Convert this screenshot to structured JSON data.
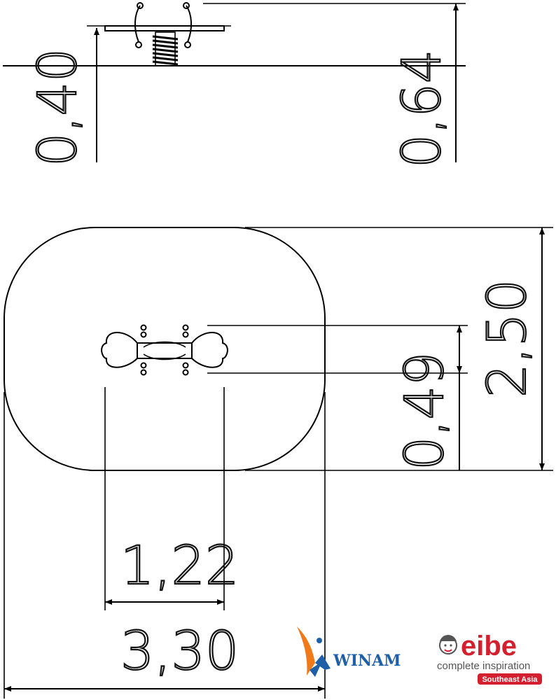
{
  "dimensions": {
    "side_base_height": "0,40",
    "side_total_height": "0,64",
    "plan_depth": "2,50",
    "equipment_width": "0,49",
    "equipment_length": "1,22",
    "plan_length": "3,30"
  },
  "logos": {
    "winam": "WINAM",
    "eibe": "eibe",
    "eibe_tagline": "complete inspiration",
    "eibe_region": "Southeast Asia"
  },
  "colors": {
    "line": "#000000",
    "winam_blue": "#1f5fa8",
    "winam_orange": "#f07a1a",
    "eibe_red": "#d4202e",
    "eibe_grey": "#555555"
  }
}
